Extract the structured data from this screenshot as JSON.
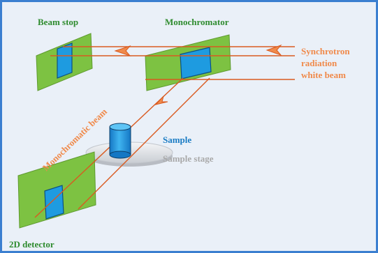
{
  "labels": {
    "beam_stop": "Beam stop",
    "monochromator": "Monochromator",
    "synchrotron_line1": "Synchrotron",
    "synchrotron_line2": "radiation",
    "synchrotron_line3": "white beam",
    "monochromatic_beam": "Monochromatic beam",
    "sample": "Sample",
    "sample_stage": "Sample stage",
    "detector": "2D detector"
  },
  "colors": {
    "background": "#eaf0f8",
    "frame": "#3b7fd0",
    "panel_green": "#7dc242",
    "crystal_blue": "#1e9be0",
    "beam": "#d95a20",
    "label_green": "#2e8b2e",
    "label_orange": "#f08a4b",
    "label_blue": "#1a7cc4",
    "label_gray": "#a9a9a9",
    "stage_gray": "#c9cdd3"
  }
}
